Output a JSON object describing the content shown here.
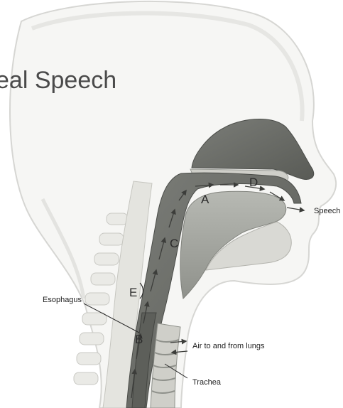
{
  "title": "eal Speech",
  "labels": {
    "speech": "Speech",
    "esophagus": "Esophagus",
    "air": "Air to and from lungs",
    "trachea": "Trachea",
    "a": "A",
    "b": "B",
    "c": "C",
    "d": "D",
    "e": "E"
  },
  "colors": {
    "head": "#f6f6f4",
    "outline": "#d6d6d3",
    "cavity": "#6d6f6a",
    "cavity_dark": "#4b4d49",
    "tissue": "#cfcfc9",
    "tongue": "#a8aaa4",
    "arrow": "#3c3d3a"
  }
}
